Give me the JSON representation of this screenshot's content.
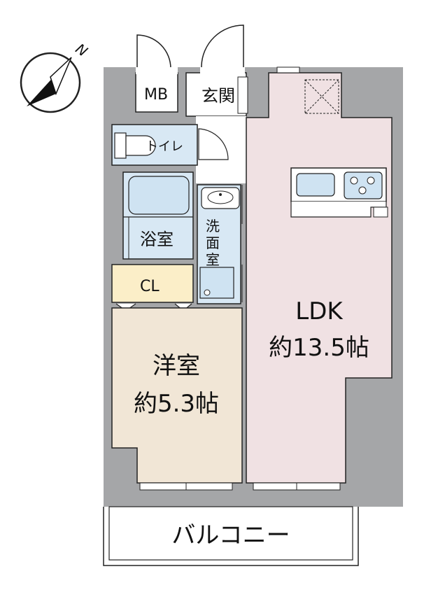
{
  "compass": {
    "north_label": "N"
  },
  "rooms": {
    "mb": "MB",
    "entrance": "玄関",
    "toilet": "トイレ",
    "bath": "浴室",
    "washroom": [
      "洗",
      "面",
      "室"
    ],
    "closet": "CL",
    "western_room": {
      "name": "洋室",
      "size": "約5.3帖"
    },
    "ldk": {
      "name": "LDK",
      "size": "約13.5帖"
    },
    "balcony": "バルコニー"
  },
  "colors": {
    "wall": "#a5a6a8",
    "ldk": "#f0e1e3",
    "western_room": "#f1e6d6",
    "closet": "#fbeec8",
    "wet_area": "#d8e8f4",
    "fixture": "#cfe3f2",
    "outline": "#222222"
  }
}
